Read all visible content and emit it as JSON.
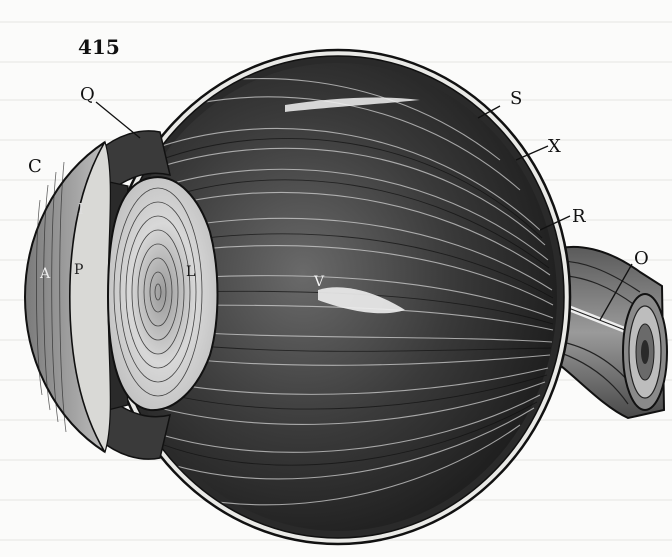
{
  "figure": {
    "number": "415",
    "labels": {
      "q": "Q",
      "s": "S",
      "x": "X",
      "c": "C",
      "i": "I",
      "r": "R",
      "a": "A",
      "p": "P",
      "l": "L",
      "v": "V",
      "o": "O"
    }
  },
  "colors": {
    "ink": "#111111",
    "paper": "#fbfbfa",
    "bleed_text": "#b8b8b8"
  }
}
